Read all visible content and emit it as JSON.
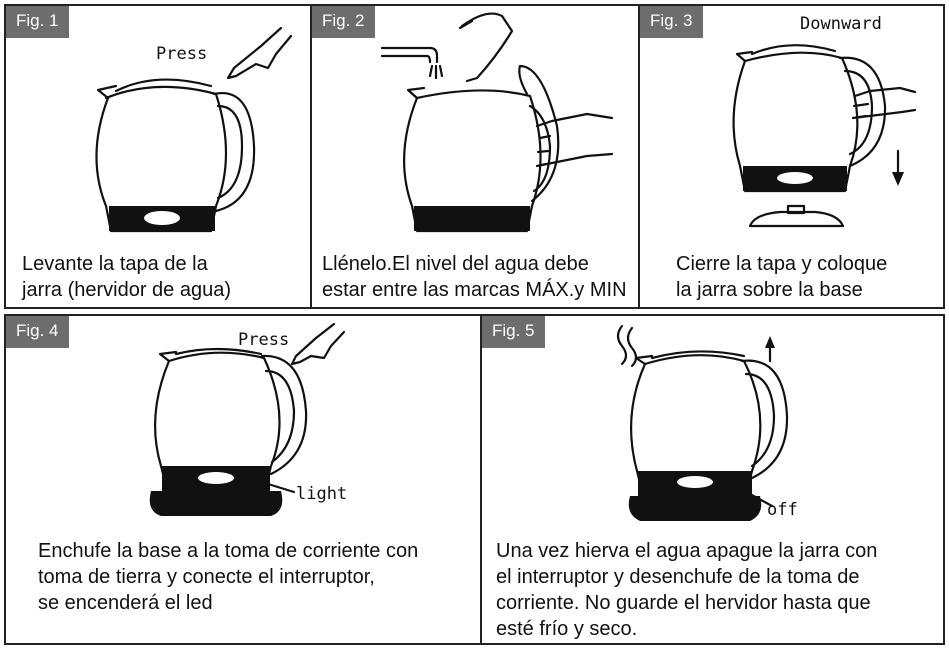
{
  "figures": [
    {
      "tag": "Fig. 1",
      "note": "Press",
      "caption": [
        "Levante la tapa de la",
        "jarra (hervidor de agua)"
      ]
    },
    {
      "tag": "Fig. 2",
      "caption": [
        "Llénelo.El nivel del agua debe",
        "estar entre las marcas MÁX.y MIN"
      ]
    },
    {
      "tag": "Fig. 3",
      "note": "Downward",
      "caption": [
        "Cierre la tapa y coloque",
        "la jarra sobre la base"
      ]
    },
    {
      "tag": "Fig. 4",
      "note": "Press",
      "note2": "light",
      "caption": [
        "Enchufe la base a la toma de corriente con",
        "toma de tierra y conecte el interruptor,",
        "se encenderá el led"
      ]
    },
    {
      "tag": "Fig. 5",
      "note": "off",
      "caption": [
        "Una vez hierva el agua apague la jarra con",
        "el interruptor y desenchufe de la toma de",
        "corriente. No guarde el hervidor hasta que",
        "esté frío y seco."
      ]
    }
  ],
  "colors": {
    "tag_bg": "#6d6d6d",
    "border": "#222222",
    "ink": "#111111"
  }
}
